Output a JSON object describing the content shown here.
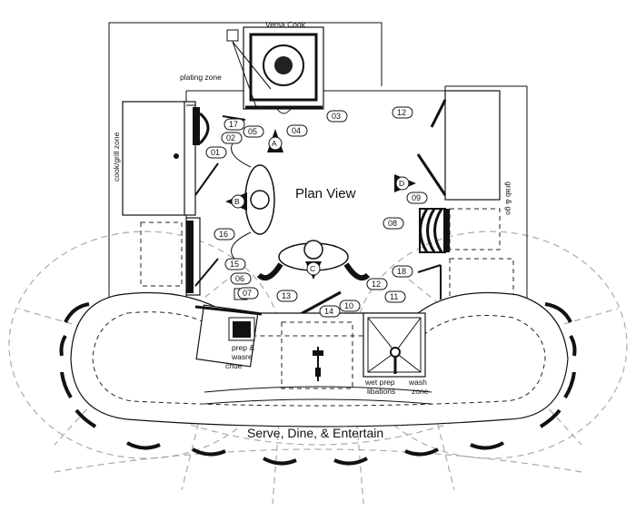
{
  "diagram": {
    "title": "Plan View",
    "serve_label": "Serve, Dine, & Entertain",
    "zones": {
      "versa_cook": "Versa Cook",
      "plating_zone": "plating zone",
      "cook_grill_zone": "cook/grill  zone",
      "grab_and_go": "grab & go",
      "prep_waste_line1": "prep &",
      "prep_waste_line2": "wasre",
      "prep_waste_line3": "chue",
      "wet_prep_line1": "wet prep",
      "wet_prep_line2": "libations",
      "wash_zone_line1": "wash",
      "wash_zone_line2": "zone"
    },
    "markers": {
      "a": "A",
      "b": "B",
      "c": "C",
      "d": "D"
    },
    "callouts": {
      "c01": "01",
      "c02": "02",
      "c03": "03",
      "c04": "04",
      "c05": "05",
      "c06": "06",
      "c07": "07",
      "c08": "08",
      "c09": "09",
      "c10": "10",
      "c11": "11",
      "c12a": "12",
      "c12b": "12",
      "c13": "13",
      "c14": "14",
      "c15": "15",
      "c16": "16",
      "c17": "17",
      "c18": "18"
    }
  }
}
